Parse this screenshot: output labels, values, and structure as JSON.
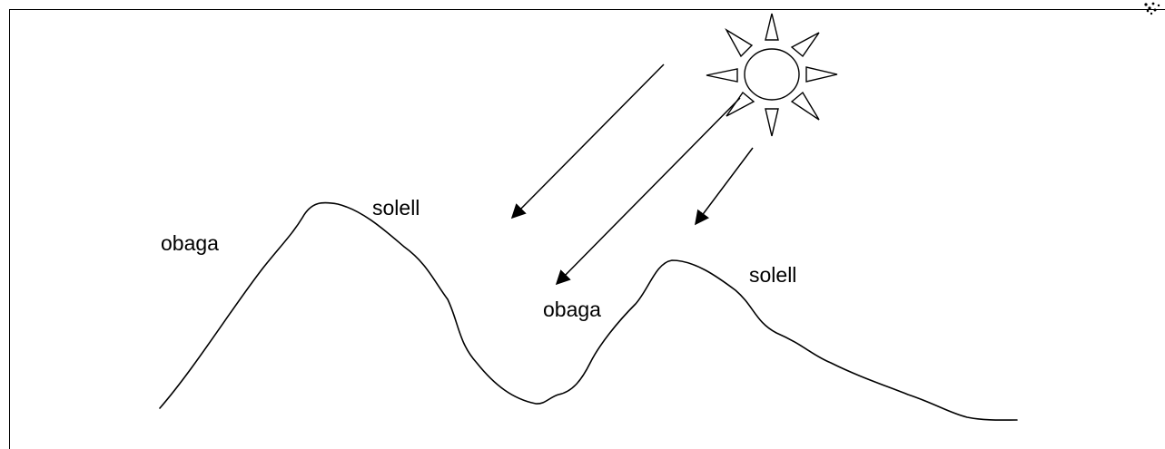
{
  "labels": {
    "obaga_left": "obaga",
    "solell_left": "solell",
    "obaga_valley": "obaga",
    "solell_right": "solell"
  },
  "colors": {
    "line": "#000000",
    "background": "#ffffff"
  }
}
